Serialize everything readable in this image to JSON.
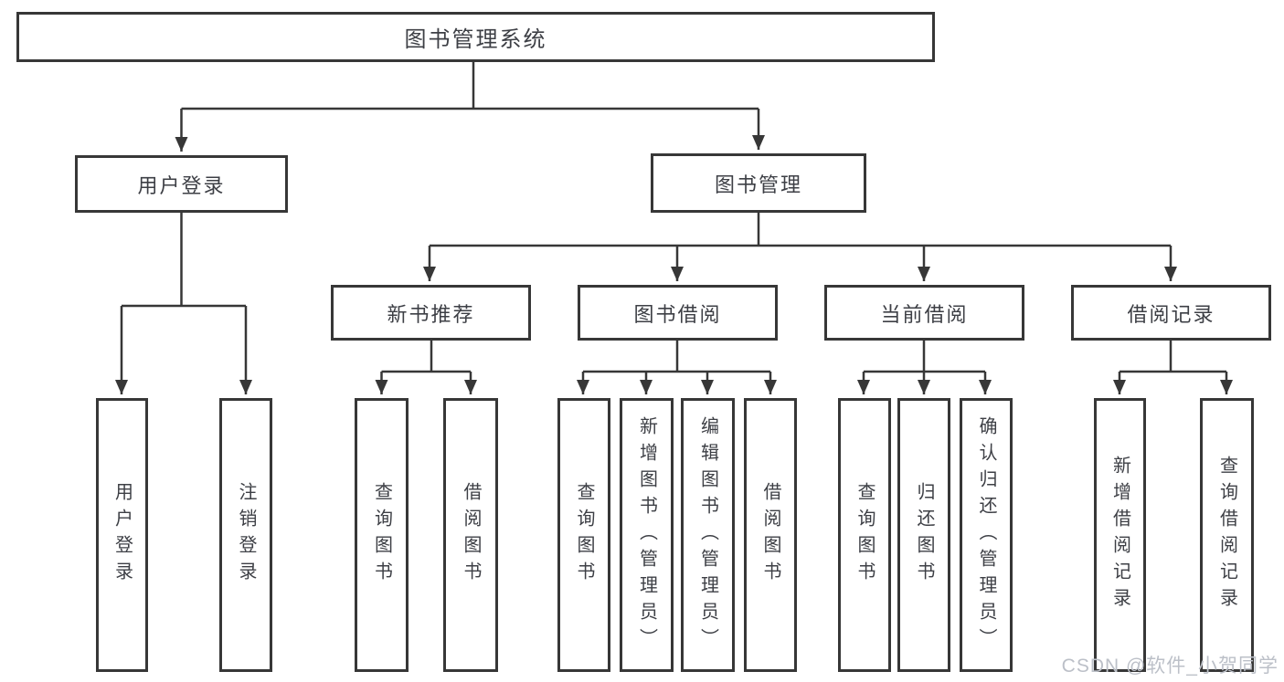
{
  "diagram": {
    "root": {
      "label": "图书管理系统"
    },
    "level2": [
      {
        "label": "用户登录"
      },
      {
        "label": "图书管理"
      }
    ],
    "level3": [
      {
        "label": "新书推荐"
      },
      {
        "label": "图书借阅"
      },
      {
        "label": "当前借阅"
      },
      {
        "label": "借阅记录"
      }
    ],
    "leaves": {
      "user_login": [
        "用户登录",
        "注销登录"
      ],
      "new_book_recommendation": [
        "查询图书",
        "借阅图书"
      ],
      "book_borrowing": [
        "查询图书",
        "新增图书（管理员）",
        "编辑图书（管理员）",
        "借阅图书"
      ],
      "current_borrowing": [
        "查询图书",
        "归还图书",
        "确认归还（管理员）"
      ],
      "borrowing_records": [
        "新增借阅记录",
        "查询借阅记录"
      ]
    },
    "watermark": "CSDN @软件_小贺同学",
    "colors": {
      "line": "#373737",
      "text": "#3d3f45",
      "background": "#ffffff",
      "watermark": "#bcc0c8"
    }
  }
}
